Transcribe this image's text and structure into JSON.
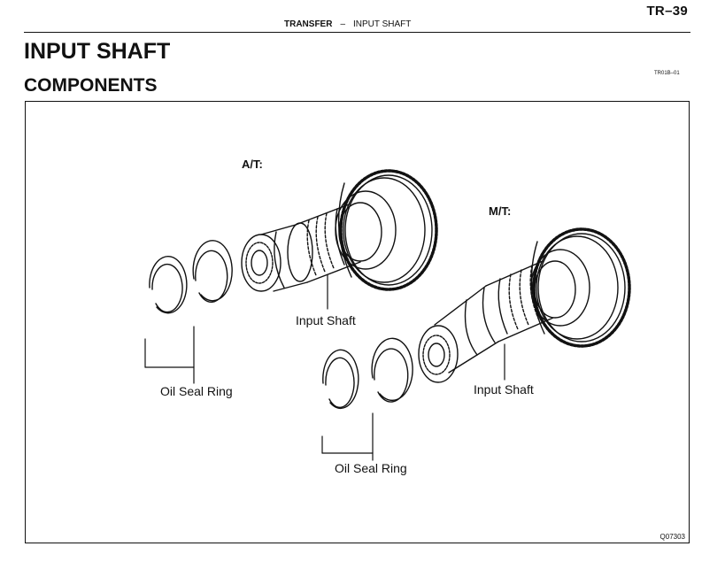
{
  "header": {
    "page_number": "TR–39",
    "section": "TRANSFER",
    "separator": "–",
    "topic": "INPUT SHAFT"
  },
  "title": "INPUT SHAFT",
  "subtitle": "COMPONENTS",
  "doc_code": "TR01B–01",
  "figure": {
    "label_at": "A/T:",
    "label_mt": "M/T:",
    "input_shaft_at": "Input Shaft",
    "input_shaft_mt": "Input Shaft",
    "oil_seal_ring_left": "Oil Seal Ring",
    "oil_seal_ring_center": "Oil Seal Ring",
    "figure_code": "Q07303"
  }
}
